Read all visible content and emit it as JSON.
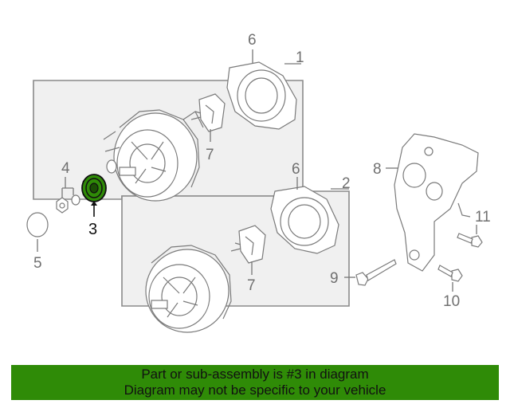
{
  "callouts": {
    "c1": "1",
    "c2": "2",
    "c3": "3",
    "c4": "4",
    "c5": "5",
    "c6a": "6",
    "c6b": "6",
    "c7a": "7",
    "c7b": "7",
    "c8": "8",
    "c9": "9",
    "c10": "10",
    "c11": "11"
  },
  "highlight_part": "3",
  "banner": {
    "line1": "Part or sub-assembly is #3 in diagram",
    "line2": "Diagram may not be specific to your vehicle"
  },
  "colors": {
    "banner_bg": "#2f8b07",
    "highlight_fill": "#2f8b07",
    "line_gray": "#7a7a7a"
  }
}
